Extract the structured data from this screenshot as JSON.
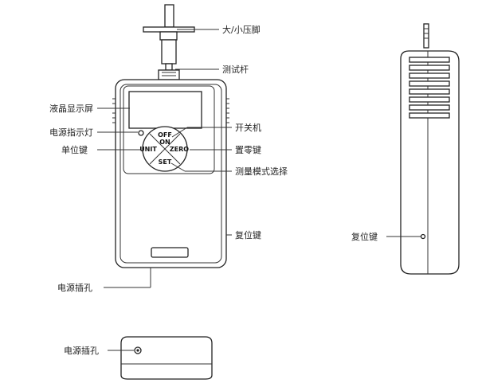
{
  "labels": {
    "presser_foot": "大/小压脚",
    "test_rod": "测试杆",
    "lcd_screen": "液晶显示屏",
    "power_indicator": "电源指示灯",
    "power_switch": "开关机",
    "unit_key": "单位键",
    "zero_key": "置零键",
    "mode_select": "测量模式选择",
    "reset_key_front": "复位键",
    "power_jack_front": "电源插孔",
    "reset_key_side": "复位键",
    "power_jack_bottom": "电源插孔"
  },
  "keys": {
    "off": "OFF",
    "on": "ON",
    "unit": "UNIT",
    "zero": "ZERO",
    "set": "SET"
  }
}
